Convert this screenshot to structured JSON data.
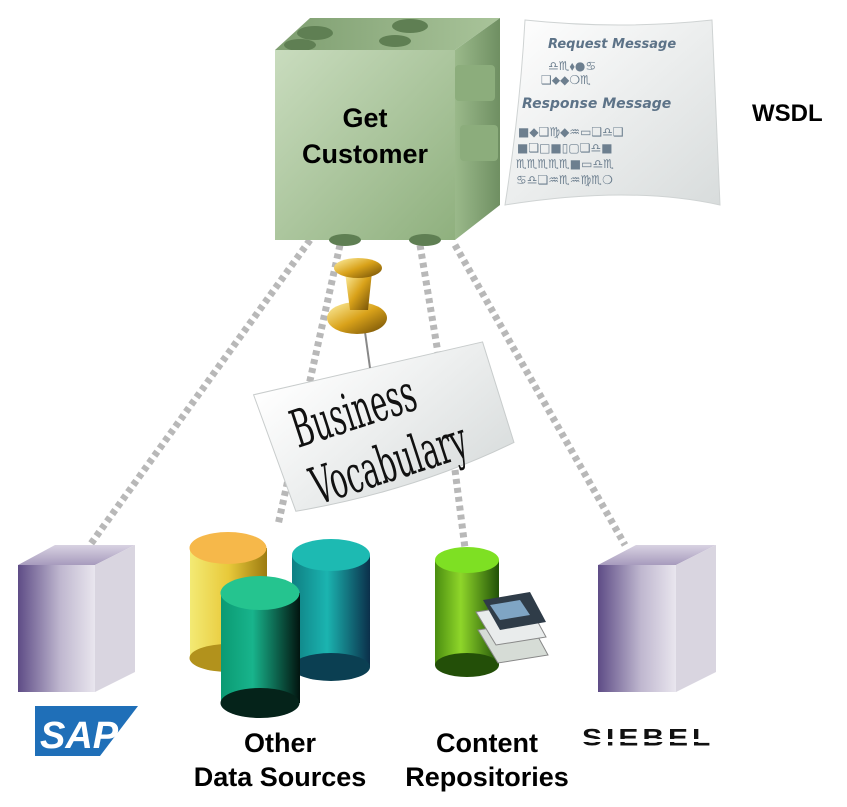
{
  "service": {
    "line1": "Get",
    "line2": "Customer"
  },
  "wsdl_doc": {
    "request_title": "Request Message",
    "request_line1": "♎♏⬧●♋",
    "request_line2": "❑⬥◆❍♏",
    "response_title": "Response Message",
    "response_line1": "■◆❑♍◆♒▭❑♎❑",
    "response_line2": "■❏□■▯▢❏♎■",
    "response_line3": "♏♏♏♏♏■▭♎♏",
    "response_line4": "♋♎❏♒♏♒♍♏❍",
    "side_label": "WSDL"
  },
  "vocabulary_note": {
    "line1": "Business",
    "line2": "Vocabulary"
  },
  "sources": {
    "sap_logo": "SAP",
    "other_line1": "Other",
    "other_line2": "Data Sources",
    "content_line1": "Content",
    "content_line2": "Repositories",
    "siebel_logo": "SIEBEL"
  },
  "colors": {
    "cube_green": "#a9c49a",
    "server_purple": "#7b6a9c",
    "sap_blue": "#1f6fb8",
    "connector_gray": "#b8b8b8"
  }
}
